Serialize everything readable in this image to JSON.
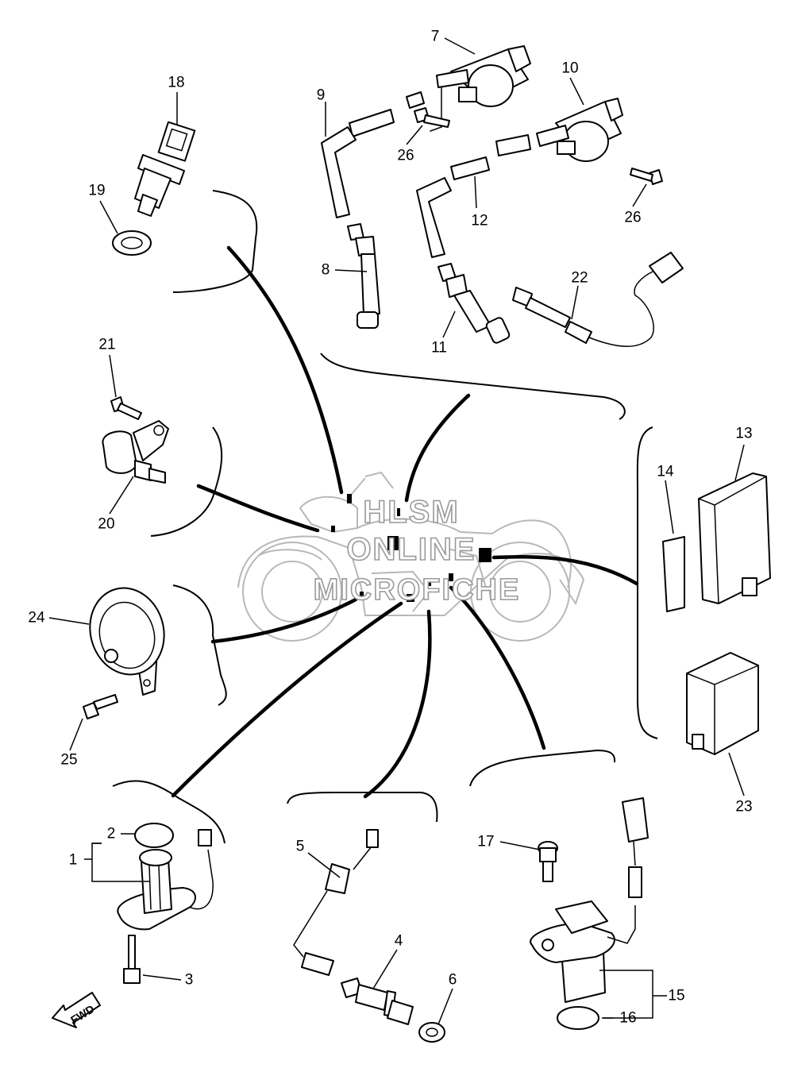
{
  "diagram": {
    "callouts": [
      "1",
      "2",
      "3",
      "4",
      "5",
      "6",
      "7",
      "8",
      "9",
      "10",
      "11",
      "12",
      "13",
      "14",
      "15",
      "16",
      "17",
      "18",
      "19",
      "20",
      "21",
      "22",
      "23",
      "24",
      "25",
      "26",
      "26"
    ],
    "watermark": {
      "line1": "HLSM",
      "line2": "ONLINE",
      "line3": "MICROFICHE"
    },
    "fwd_label": "FWD"
  }
}
